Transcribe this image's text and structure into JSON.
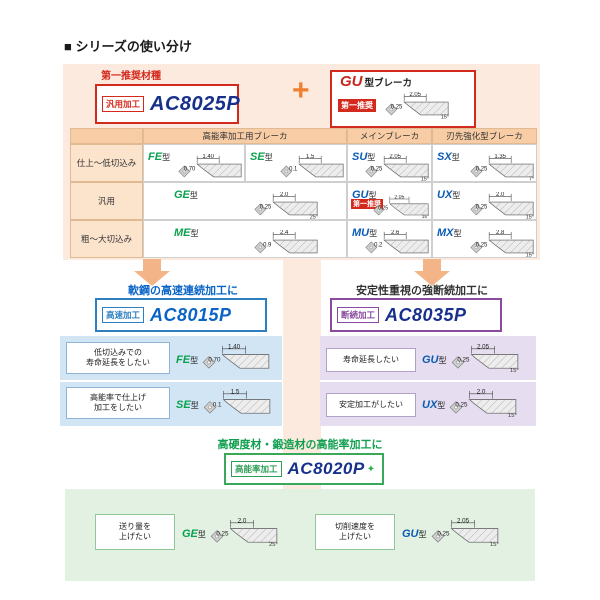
{
  "title": "■ シリーズの使い分け",
  "colors": {
    "flow_background": "#fdeade",
    "table_header": "#f8cda6",
    "arrow": "#f3b488",
    "recommend_red": "#d42a1e",
    "grade_navy": "#16308c",
    "grade_blue": "#0a64c8",
    "breaker_green": "#0aa14e",
    "breaker_blue": "#0a5bb5",
    "purple": "#8a4a9e",
    "green": "#2f9e57"
  },
  "top": {
    "recommend_label": "第一推奨材種",
    "grade_tag": "汎用加工",
    "grade_name": "AC8025P",
    "plus": "+",
    "gu_code": "GU",
    "gu_suffix": "型ブレーカ",
    "first_tag": "第一推奨",
    "gu_breaker": {
      "code": "GU",
      "type_suffix": "型",
      "color": "#c8281e",
      "d1": "2.05",
      "d2": "0.25",
      "angle": "15°"
    }
  },
  "table": {
    "headers": {
      "efficiency": "高能率加工用ブレーカ",
      "main": "メインブレーカ",
      "edge": "刃先強化型ブレーカ"
    },
    "row_labels": [
      "仕上〜低切込み",
      "汎用",
      "粗〜大切込み"
    ],
    "breakers": {
      "FE": {
        "code": "FE",
        "type_suffix": "型",
        "color": "#0aa14e",
        "d1": "1.40",
        "d2": "0.70",
        "angle": ""
      },
      "SE": {
        "code": "SE",
        "type_suffix": "型",
        "color": "#0aa14e",
        "d1": "1.5",
        "d2": "0.1",
        "angle": ""
      },
      "SU": {
        "code": "SU",
        "type_suffix": "型",
        "color": "#0a5bb5",
        "d1": "2.05",
        "d2": "0.25",
        "angle": "15°"
      },
      "SX": {
        "code": "SX",
        "type_suffix": "型",
        "color": "#0a5bb5",
        "d1": "1.35",
        "d2": "0.25",
        "angle": "7°"
      },
      "GE": {
        "code": "GE",
        "type_suffix": "型",
        "color": "#0aa14e",
        "d1": "2.0",
        "d2": "0.25",
        "angle": "25°"
      },
      "GU": {
        "code": "GU",
        "type_suffix": "型",
        "color": "#0a5bb5",
        "d1": "2.05",
        "d2": "0.25",
        "angle": "15°"
      },
      "UX": {
        "code": "UX",
        "type_suffix": "型",
        "color": "#0a5bb5",
        "d1": "2.0",
        "d2": "0.25",
        "angle": "15°"
      },
      "ME": {
        "code": "ME",
        "type_suffix": "型",
        "color": "#0aa14e",
        "d1": "2.4",
        "d2": "0.9",
        "angle": ""
      },
      "MU": {
        "code": "MU",
        "type_suffix": "型",
        "color": "#0a5bb5",
        "d1": "2.6",
        "d2": "0.2",
        "angle": ""
      },
      "MX": {
        "code": "MX",
        "type_suffix": "型",
        "color": "#0a5bb5",
        "d1": "2.8",
        "d2": "0.25",
        "angle": "15°"
      }
    }
  },
  "left_section": {
    "heading": "軟鋼の高速連続加工に",
    "grade_tag": "高速加工",
    "grade_name": "AC8015P",
    "items": [
      {
        "text": "低切込みでの\n寿命延長をしたい"
      },
      {
        "text": "高能率で仕上げ\n加工をしたい"
      }
    ]
  },
  "right_section": {
    "heading": "安定性重視の強断続加工に",
    "grade_tag": "断続加工",
    "grade_name": "AC8035P",
    "items": [
      {
        "text": "寿命延長したい"
      },
      {
        "text": "安定加工がしたい"
      }
    ]
  },
  "bottom_section": {
    "heading": "高硬度材・鍛造材の高能率加工に",
    "grade_tag": "高能率加工",
    "grade_name": "AC8020P",
    "sparkle": "✦",
    "items": [
      {
        "text": "送り量を\n上げたい"
      },
      {
        "text": "切削速度を\n上げたい"
      }
    ]
  }
}
